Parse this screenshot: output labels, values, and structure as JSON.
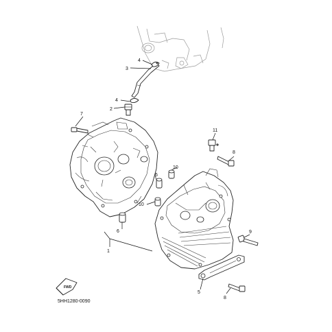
{
  "callouts": {
    "c1": "1",
    "c2": "2",
    "c3": "3",
    "c4a": "4",
    "c4b": "4",
    "c5": "5",
    "c6a": "6",
    "c6b": "6",
    "c7": "7",
    "c8a": "8",
    "c8b": "8",
    "c9": "9",
    "c10a": "10",
    "c10b": "10",
    "c11": "11"
  },
  "forward_label": "FWD",
  "diagram_code": "5HH1280-0090"
}
